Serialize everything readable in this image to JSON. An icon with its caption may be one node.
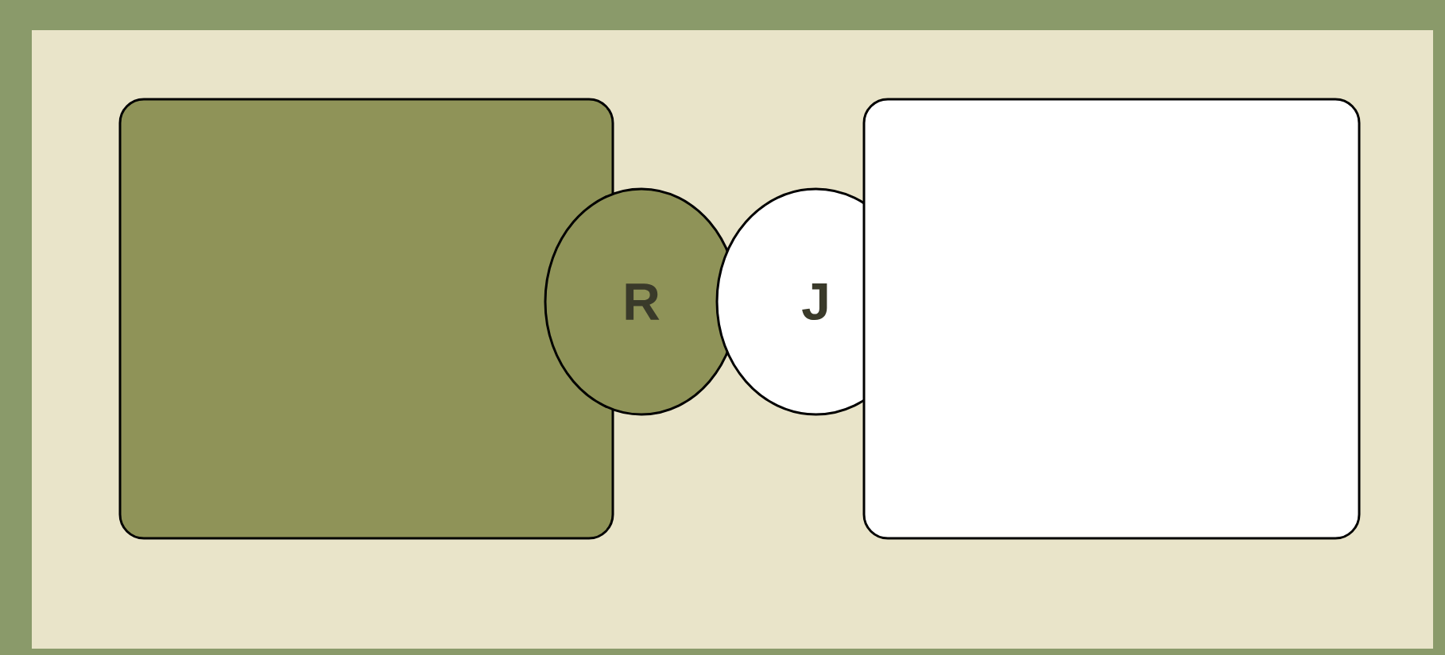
{
  "diagram": {
    "nodes": [
      {
        "text": [],
        "shape": "box"
      },
      {
        "text": [
          "R"
        ]
      },
      {
        "text": [
          "J"
        ]
      },
      {
        "text": [],
        "shape": "box"
      }
    ]
  }
}
